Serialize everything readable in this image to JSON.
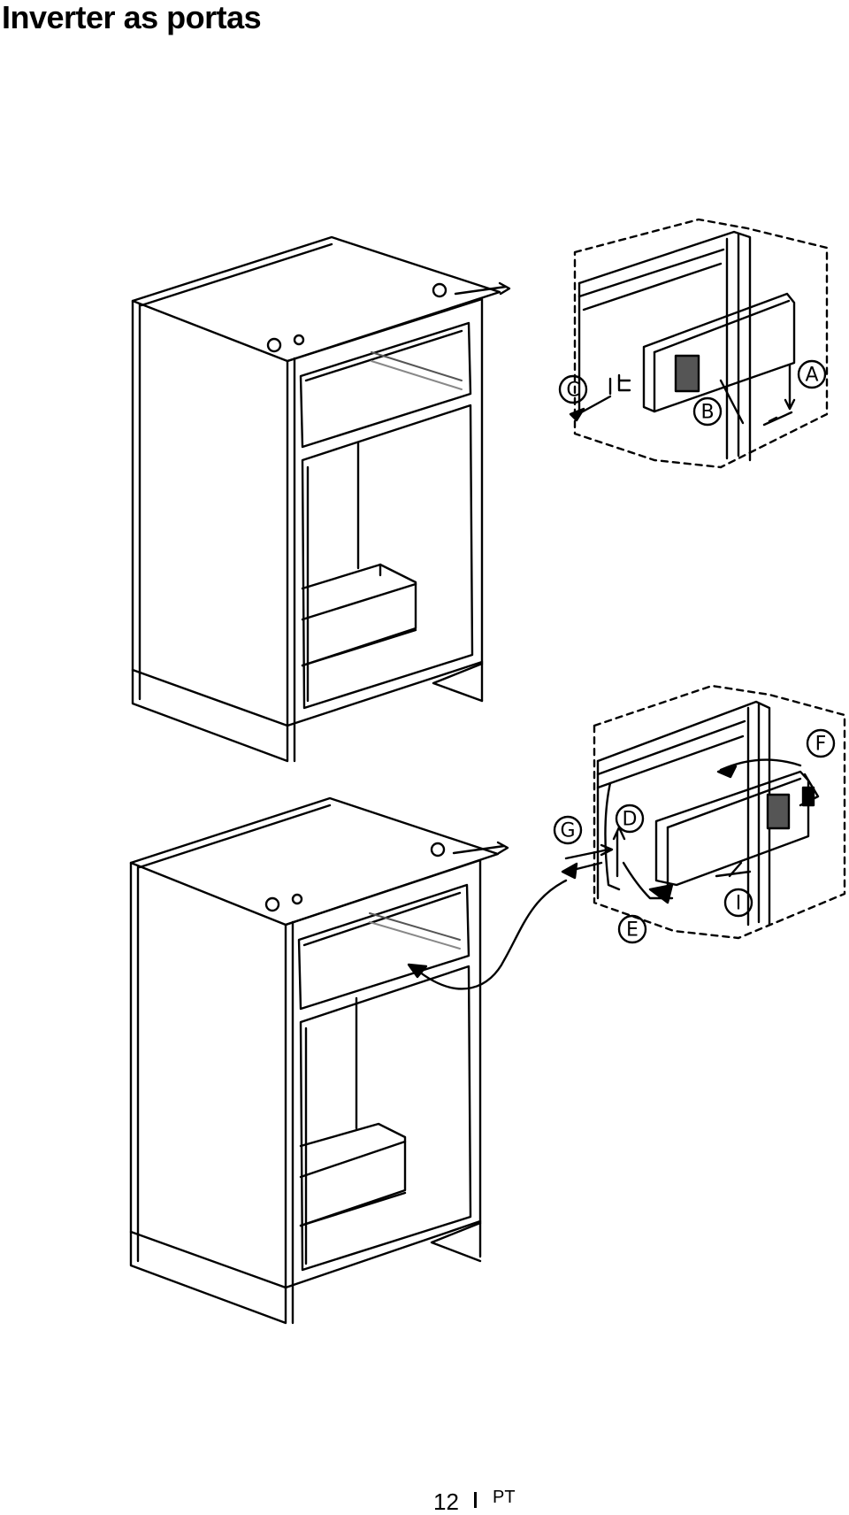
{
  "page": {
    "title": "Inverter as portas",
    "page_number": "12",
    "language": "PT"
  },
  "callouts": {
    "a": "A",
    "b": "B",
    "c": "C",
    "d": "D",
    "e": "E",
    "f": "F",
    "g": "G",
    "i": "I"
  }
}
